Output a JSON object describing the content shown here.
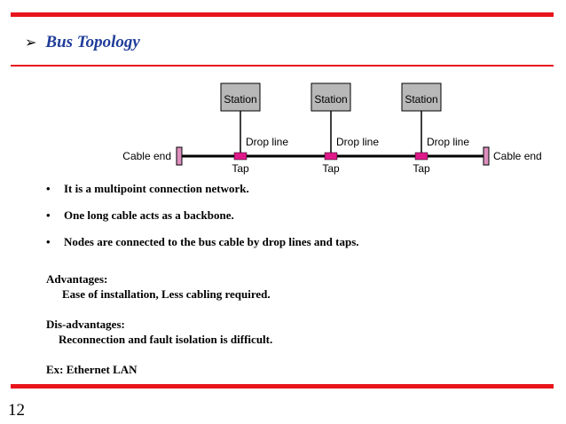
{
  "heading": {
    "arrow": "➢",
    "title": "Bus Topology"
  },
  "diagram": {
    "stations": [
      "Station",
      "Station",
      "Station"
    ],
    "drop_lines": [
      "Drop line",
      "Drop line",
      "Drop line"
    ],
    "taps": [
      "Tap",
      "Tap",
      "Tap"
    ],
    "cable_ends": [
      "Cable end",
      "Cable end"
    ],
    "colors": {
      "station_fill": "#b8b8b8",
      "tap_fill": "#e0198a",
      "end_fill": "#dd8fbf",
      "accent": "#e8141b",
      "heading": "#1f3d99"
    }
  },
  "bullets": [
    {
      "marker": "•",
      "text": "It is a multipoint connection network."
    },
    {
      "marker": "•",
      "text": "One long cable acts as a backbone."
    },
    {
      "marker": "•",
      "text": "Nodes are connected to the bus cable by drop lines and taps."
    }
  ],
  "advantages": {
    "title": "Advantages:",
    "text": "Ease of installation,  Less cabling required."
  },
  "disadvantages": {
    "title": "Dis-advantages:",
    "text": "Reconnection and fault isolation is difficult."
  },
  "example": "Ex: Ethernet LAN",
  "page_number": "12"
}
